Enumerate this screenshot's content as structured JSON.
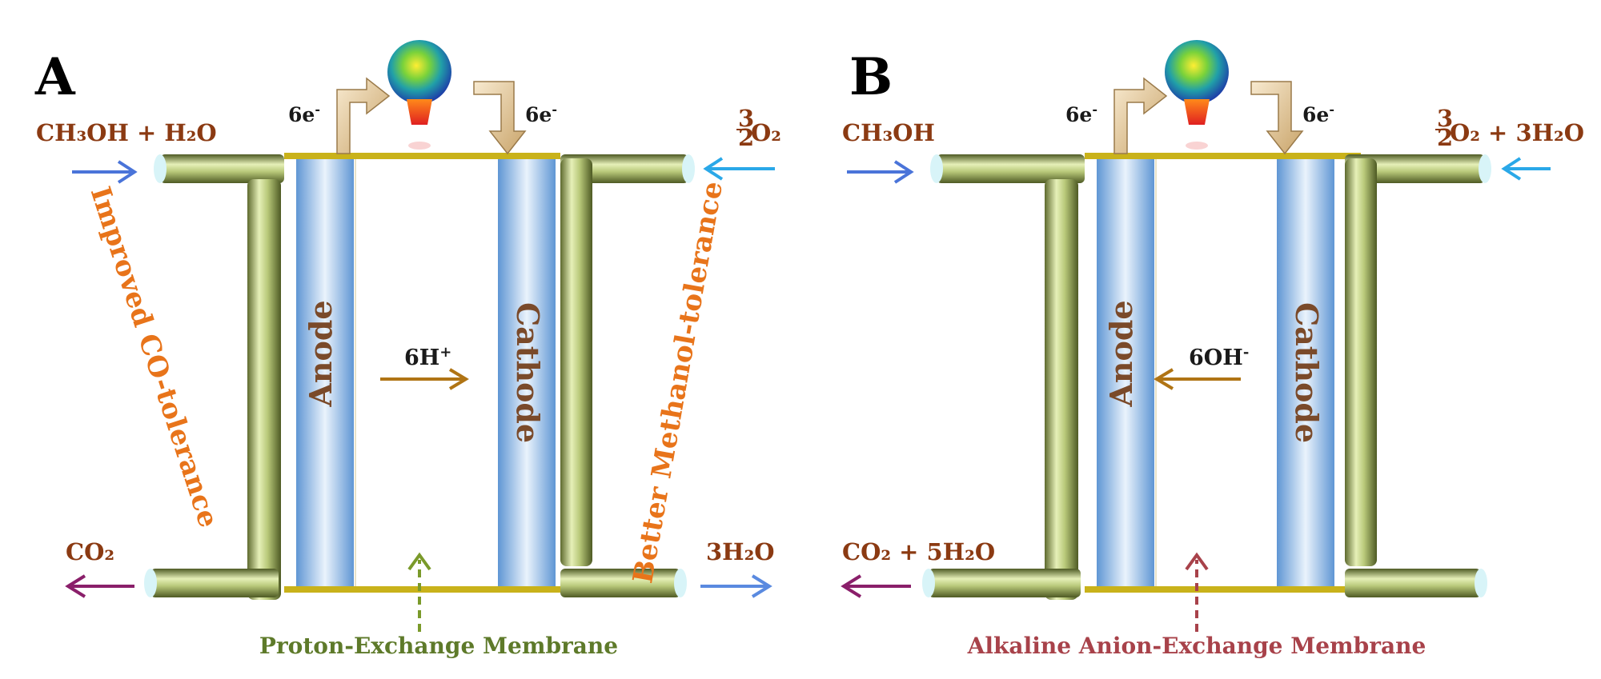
{
  "panels": [
    {
      "label": "A",
      "inlet_left": "CH₃OH + H₂O",
      "inlet_right_fraction_num": "3",
      "inlet_right_fraction_den": "2",
      "inlet_right": "O₂",
      "outlet_left": "CO₂",
      "outlet_right": "3H₂O",
      "electron_left": "6e",
      "electron_right": "6e",
      "electron_sup": "-",
      "anode": "Anode",
      "cathode": "Cathode",
      "ion": "6H",
      "ion_sup": "+",
      "ion_direction": "right",
      "membrane": "Proton-Exchange Membrane",
      "note_left": "Improved CO-tolerance",
      "note_right": "Better Methanol-tolerance"
    },
    {
      "label": "B",
      "inlet_left": "CH₃OH",
      "inlet_right_fraction_num": "3",
      "inlet_right_fraction_den": "2",
      "inlet_right": "O₂ + 3H₂O",
      "outlet_left": "CO₂ + 5H₂O",
      "electron_left": "6e",
      "electron_right": "6e",
      "electron_sup": "-",
      "anode": "Anode",
      "cathode": "Cathode",
      "ion": "6OH",
      "ion_sup": "-",
      "ion_direction": "left",
      "membrane": "Alkaline Anion-Exchange Membrane"
    }
  ],
  "colors": {
    "pipe": "#b9c97a",
    "electrode": "#7fb0e0",
    "current_collector": "#c9b21a",
    "inlet_arrow_left": "#4a74d9",
    "inlet_arrow_right": "#2aa8e8",
    "outlet_arrow_left": "#8a1f6a",
    "outlet_arrow_right": "#5a8ae0",
    "ion_arrow": "#b07414",
    "electron_arrow": "#e8cfa0",
    "membrane_pem": "#7a9a2a",
    "membrane_aem": "#a8424a"
  }
}
